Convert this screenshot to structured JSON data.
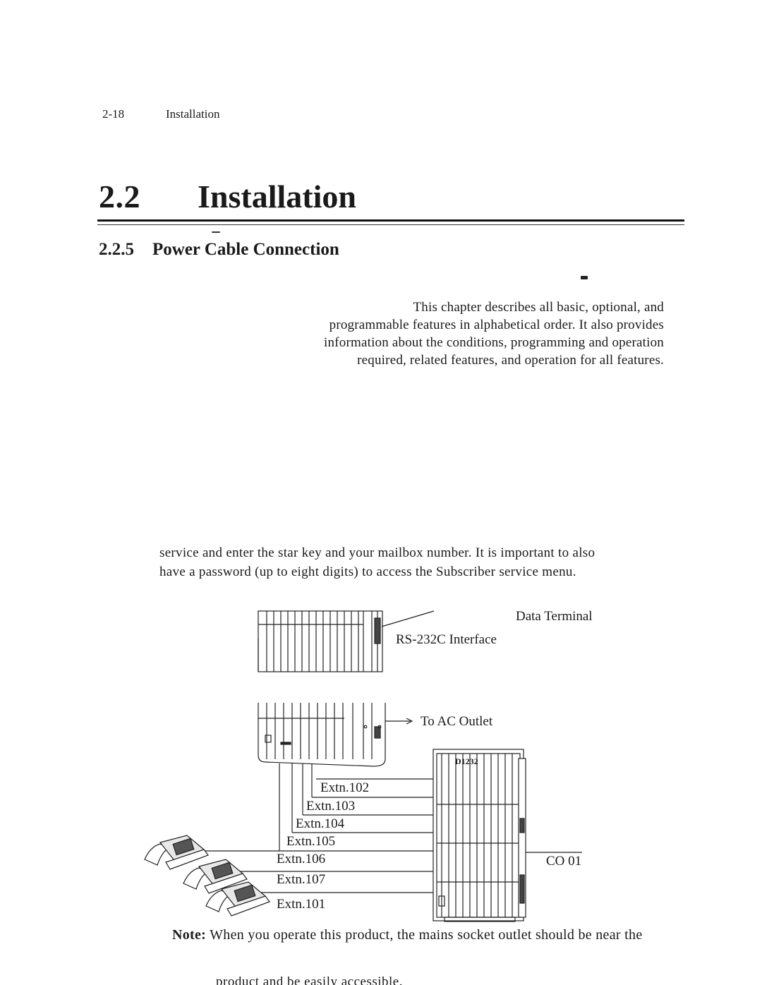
{
  "header": {
    "page_number": "2-18",
    "section_name": "Installation"
  },
  "chapter": {
    "number": "2.2",
    "title": "Installation"
  },
  "section": {
    "number": "2.2.5",
    "title": "Power Cable Connection"
  },
  "paragraph1": [
    "This chapter describes all basic, optional, and",
    "programmable features in alphabetical order.  It also provides",
    "information about the conditions, programming and operation",
    "required, related features, and operation for all features."
  ],
  "paragraph2": [
    "service and enter the star key and your mailbox number.  It is important to also",
    "have a password (up to eight digits) to access the Subscriber service menu."
  ],
  "diagram": {
    "labels": {
      "data_terminal": "Data Terminal",
      "rs232c": "RS-232C Interface",
      "ac_outlet": "To AC Outlet",
      "co_line": "CO 01",
      "unit_model": "D1232"
    },
    "extensions": [
      "Extn.102",
      "Extn.103",
      "Extn.104",
      "Extn.105",
      "Extn.106",
      "Extn.107",
      "Extn.101"
    ],
    "icons": [
      "telephone-icon",
      "arrow-right-icon"
    ]
  },
  "note": {
    "label": "Note:",
    "text": "When you operate this product, the mains socket outlet should be near the",
    "continuation": "product and be easily accessible."
  }
}
